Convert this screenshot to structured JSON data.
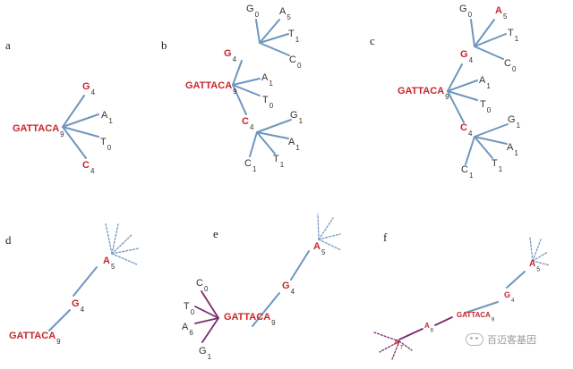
{
  "colors": {
    "edge": "#6f96bd",
    "dotted_edge": "#7d9fc2",
    "purple_edge": "#7a2d6e",
    "red_label": "#c8252b",
    "black_label": "#333333"
  },
  "watermark": {
    "text": "百迈客基因",
    "icon": "wechat-icon"
  },
  "panels": [
    {
      "letter": "a",
      "nodes": [
        {
          "base": "GATTACA",
          "sub": "9",
          "color": "red"
        },
        {
          "base": "G",
          "sub": "4",
          "color": "red"
        },
        {
          "base": "A",
          "sub": "1",
          "color": "black"
        },
        {
          "base": "T",
          "sub": "0",
          "color": "black"
        },
        {
          "base": "C",
          "sub": "4",
          "color": "red"
        }
      ]
    },
    {
      "letter": "b",
      "nodes": [
        {
          "base": "GATTACA",
          "sub": "9",
          "color": "red"
        },
        {
          "base": "G",
          "sub": "4",
          "color": "red"
        },
        {
          "base": "A",
          "sub": "1",
          "color": "black"
        },
        {
          "base": "T",
          "sub": "0",
          "color": "black"
        },
        {
          "base": "C",
          "sub": "4",
          "color": "red"
        },
        {
          "base": "G",
          "sub": "0",
          "color": "black"
        },
        {
          "base": "A",
          "sub": "5",
          "color": "black"
        },
        {
          "base": "T",
          "sub": "1",
          "color": "black"
        },
        {
          "base": "C",
          "sub": "0",
          "color": "black"
        },
        {
          "base": "G",
          "sub": "1",
          "color": "black"
        },
        {
          "base": "A",
          "sub": "1",
          "color": "black"
        },
        {
          "base": "T",
          "sub": "1",
          "color": "black"
        },
        {
          "base": "C",
          "sub": "1",
          "color": "black"
        }
      ]
    },
    {
      "letter": "c",
      "nodes": [
        {
          "base": "GATTACA",
          "sub": "9",
          "color": "red"
        },
        {
          "base": "G",
          "sub": "4",
          "color": "red"
        },
        {
          "base": "A",
          "sub": "1",
          "color": "black"
        },
        {
          "base": "T",
          "sub": "0",
          "color": "black"
        },
        {
          "base": "C",
          "sub": "4",
          "color": "red"
        },
        {
          "base": "G",
          "sub": "0",
          "color": "black"
        },
        {
          "base": "A",
          "sub": "5",
          "color": "red"
        },
        {
          "base": "T",
          "sub": "1",
          "color": "black"
        },
        {
          "base": "C",
          "sub": "0",
          "color": "black"
        },
        {
          "base": "G",
          "sub": "1",
          "color": "black"
        },
        {
          "base": "A",
          "sub": "1",
          "color": "black"
        },
        {
          "base": "T",
          "sub": "1",
          "color": "black"
        },
        {
          "base": "C",
          "sub": "1",
          "color": "black"
        }
      ]
    },
    {
      "letter": "d",
      "nodes": [
        {
          "base": "GATTACA",
          "sub": "9",
          "color": "red"
        },
        {
          "base": "G",
          "sub": "4",
          "color": "red"
        },
        {
          "base": "A",
          "sub": "5",
          "color": "red"
        }
      ]
    },
    {
      "letter": "e",
      "nodes": [
        {
          "base": "GATTACA",
          "sub": "9",
          "color": "red"
        },
        {
          "base": "G",
          "sub": "4",
          "color": "red"
        },
        {
          "base": "A",
          "sub": "5",
          "color": "red"
        },
        {
          "base": "C",
          "sub": "0",
          "color": "black"
        },
        {
          "base": "T",
          "sub": "0",
          "color": "black"
        },
        {
          "base": "A",
          "sub": "6",
          "color": "black"
        },
        {
          "base": "G",
          "sub": "1",
          "color": "black"
        }
      ]
    },
    {
      "letter": "f",
      "nodes": [
        {
          "base": "GATTACA",
          "sub": "9",
          "color": "red"
        },
        {
          "base": "G",
          "sub": "4",
          "color": "red"
        },
        {
          "base": "A",
          "sub": "5",
          "color": "red"
        },
        {
          "base": "A",
          "sub": "6",
          "color": "red"
        },
        {
          "base": "A",
          "sub": "7",
          "color": "red"
        }
      ]
    }
  ]
}
